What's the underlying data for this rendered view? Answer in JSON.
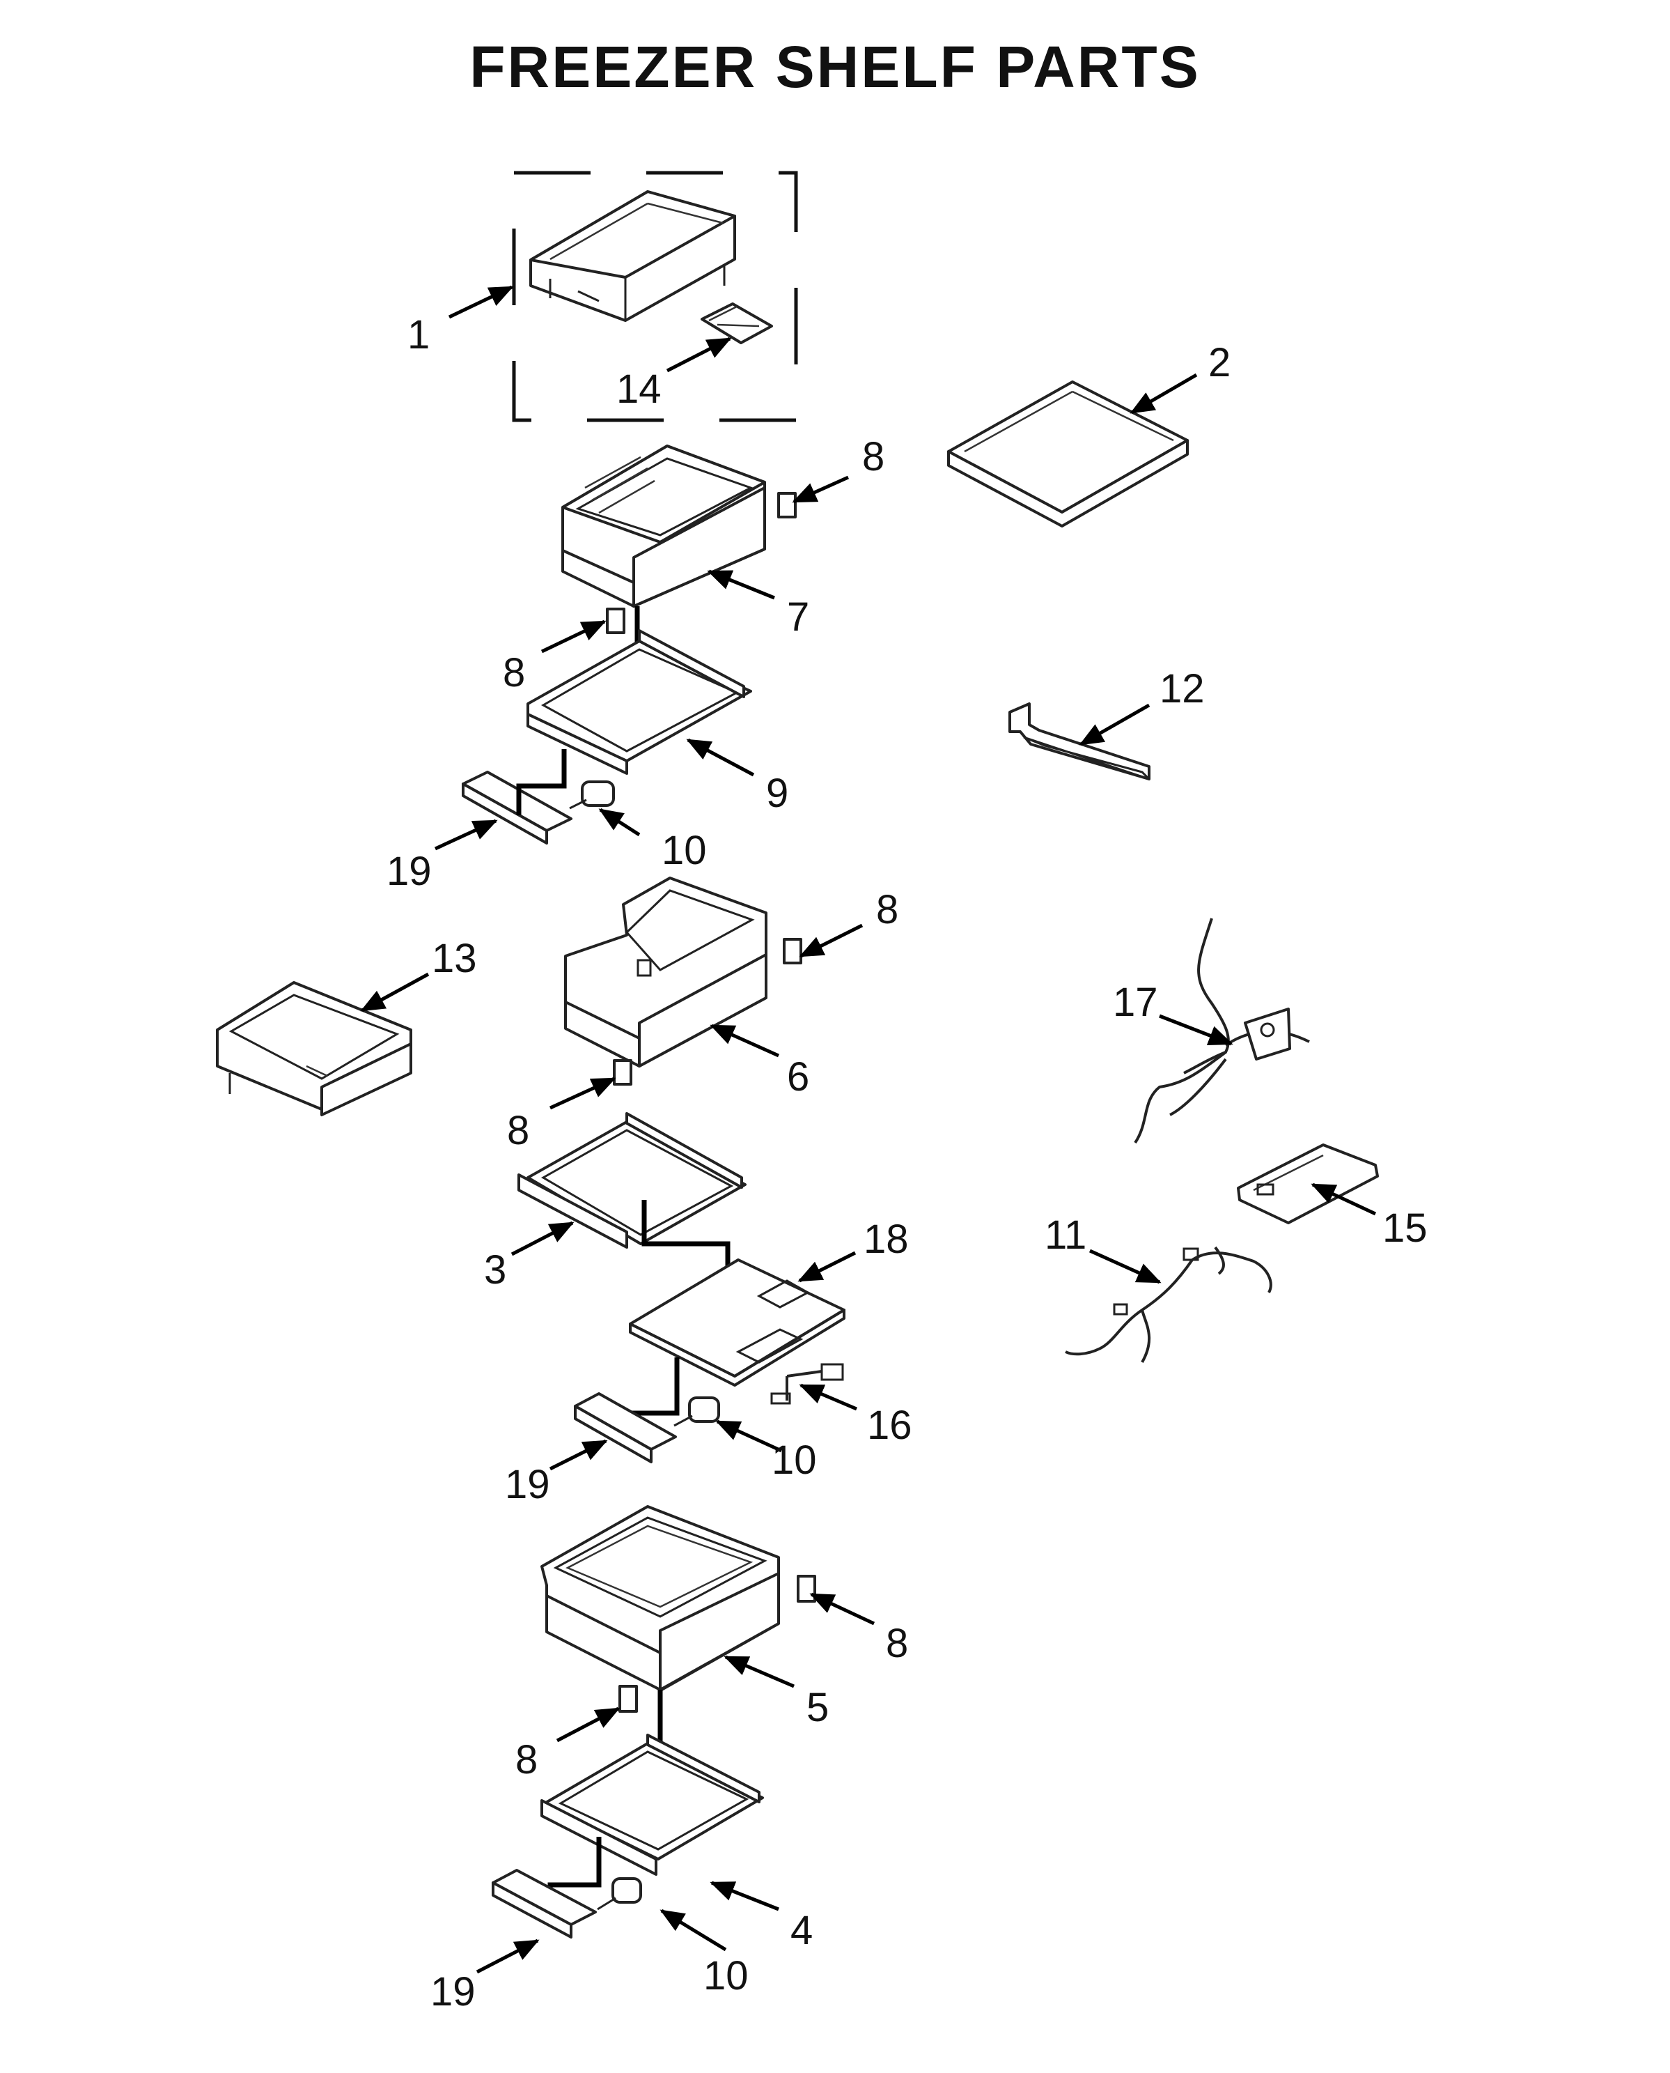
{
  "header": {
    "title": "FREEZER SHELF PARTS"
  },
  "callouts": {
    "p1": "1",
    "p2": "2",
    "p3": "3",
    "p4": "4",
    "p5": "5",
    "p6": "6",
    "p7": "7",
    "p8a": "8",
    "p8b": "8",
    "p8c": "8",
    "p8d": "8",
    "p8e": "8",
    "p8f": "8",
    "p9": "9",
    "p10a": "10",
    "p10b": "10",
    "p10c": "10",
    "p11": "11",
    "p12": "12",
    "p13": "13",
    "p14": "14",
    "p15": "15",
    "p16": "16",
    "p17": "17",
    "p18": "18",
    "p19a": "19",
    "p19b": "19",
    "p19c": "19"
  }
}
